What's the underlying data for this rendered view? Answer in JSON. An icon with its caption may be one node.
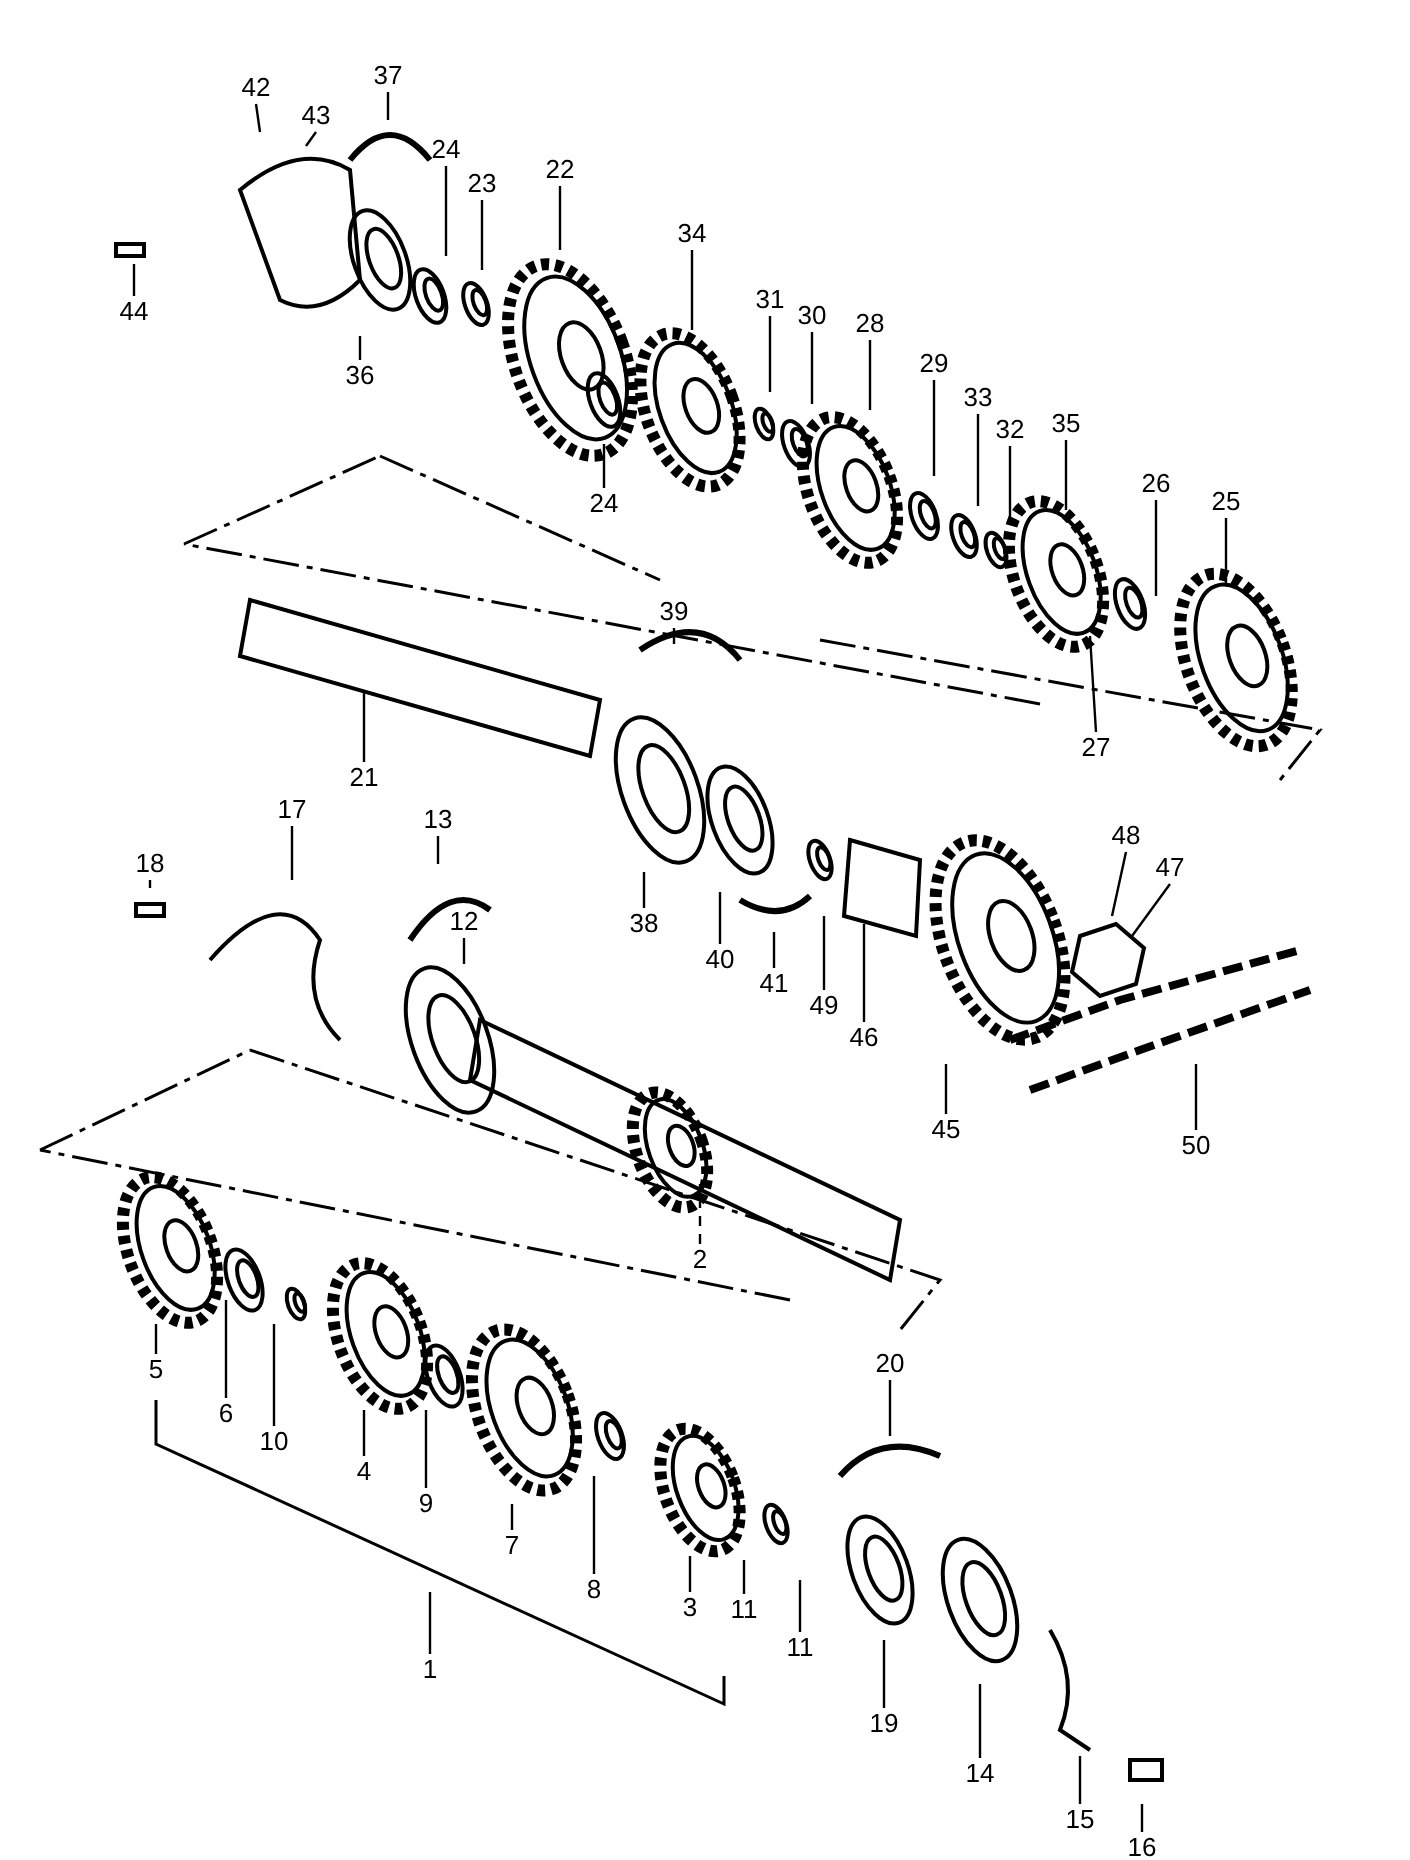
{
  "diagram": {
    "nodes": [
      {
        "text": [
          "42"
        ]
      },
      {
        "text": [
          "43"
        ]
      },
      {
        "text": [
          "37"
        ]
      },
      {
        "text": [
          "24"
        ]
      },
      {
        "text": [
          "23"
        ]
      },
      {
        "text": [
          "22"
        ]
      },
      {
        "text": [
          "34"
        ]
      },
      {
        "text": [
          "31"
        ]
      },
      {
        "text": [
          "30"
        ]
      },
      {
        "text": [
          "28"
        ]
      },
      {
        "text": [
          "29"
        ]
      },
      {
        "text": [
          "33"
        ]
      },
      {
        "text": [
          "32"
        ]
      },
      {
        "text": [
          "35"
        ]
      },
      {
        "text": [
          "26"
        ]
      },
      {
        "text": [
          "25"
        ]
      },
      {
        "text": [
          "44"
        ]
      },
      {
        "text": [
          "36"
        ]
      },
      {
        "text": [
          "24"
        ]
      },
      {
        "text": [
          "27"
        ]
      },
      {
        "text": [
          "39"
        ]
      },
      {
        "text": [
          "21"
        ]
      },
      {
        "text": [
          "17"
        ]
      },
      {
        "text": [
          "13"
        ]
      },
      {
        "text": [
          "18"
        ]
      },
      {
        "text": [
          "12"
        ]
      },
      {
        "text": [
          "38"
        ]
      },
      {
        "text": [
          "40"
        ]
      },
      {
        "text": [
          "41"
        ]
      },
      {
        "text": [
          "49"
        ]
      },
      {
        "text": [
          "46"
        ]
      },
      {
        "text": [
          "48"
        ]
      },
      {
        "text": [
          "47"
        ]
      },
      {
        "text": [
          "45"
        ]
      },
      {
        "text": [
          "50"
        ]
      },
      {
        "text": [
          "2"
        ]
      },
      {
        "text": [
          "5"
        ]
      },
      {
        "text": [
          "6"
        ]
      },
      {
        "text": [
          "10"
        ]
      },
      {
        "text": [
          "4"
        ]
      },
      {
        "text": [
          "9"
        ]
      },
      {
        "text": [
          "7"
        ]
      },
      {
        "text": [
          "8"
        ]
      },
      {
        "text": [
          "3"
        ]
      },
      {
        "text": [
          "11"
        ]
      },
      {
        "text": [
          "11"
        ]
      },
      {
        "text": [
          "20"
        ]
      },
      {
        "text": [
          "19"
        ]
      },
      {
        "text": [
          "1"
        ]
      },
      {
        "text": [
          "14"
        ]
      },
      {
        "text": [
          "15"
        ]
      },
      {
        "text": [
          "16"
        ]
      }
    ],
    "edges": [
      {
        "from": 0,
        "to": null,
        "arrow": "none"
      },
      {
        "from": 1,
        "to": null,
        "arrow": "none"
      },
      {
        "from": 2,
        "to": null,
        "arrow": "none"
      },
      {
        "from": 3,
        "to": null,
        "arrow": "none"
      },
      {
        "from": 4,
        "to": null,
        "arrow": "none"
      },
      {
        "from": 5,
        "to": null,
        "arrow": "none"
      },
      {
        "from": 6,
        "to": null,
        "arrow": "none"
      },
      {
        "from": 7,
        "to": null,
        "arrow": "none"
      },
      {
        "from": 8,
        "to": null,
        "arrow": "none"
      },
      {
        "from": 9,
        "to": null,
        "arrow": "none"
      },
      {
        "from": 10,
        "to": null,
        "arrow": "none"
      },
      {
        "from": 11,
        "to": null,
        "arrow": "none"
      },
      {
        "from": 12,
        "to": null,
        "arrow": "none"
      },
      {
        "from": 13,
        "to": null,
        "arrow": "none"
      },
      {
        "from": 14,
        "to": null,
        "arrow": "none"
      },
      {
        "from": 15,
        "to": null,
        "arrow": "none"
      },
      {
        "from": 16,
        "to": null,
        "arrow": "none"
      },
      {
        "from": 17,
        "to": null,
        "arrow": "none"
      },
      {
        "from": 18,
        "to": null,
        "arrow": "none"
      },
      {
        "from": 19,
        "to": null,
        "arrow": "none"
      },
      {
        "from": 20,
        "to": null,
        "arrow": "none"
      },
      {
        "from": 21,
        "to": null,
        "arrow": "none"
      },
      {
        "from": 22,
        "to": null,
        "arrow": "none"
      },
      {
        "from": 23,
        "to": null,
        "arrow": "none"
      },
      {
        "from": 24,
        "to": null,
        "arrow": "none"
      },
      {
        "from": 25,
        "to": null,
        "arrow": "none"
      },
      {
        "from": 26,
        "to": null,
        "arrow": "none"
      },
      {
        "from": 27,
        "to": null,
        "arrow": "none"
      },
      {
        "from": 28,
        "to": null,
        "arrow": "none"
      },
      {
        "from": 29,
        "to": null,
        "arrow": "none"
      },
      {
        "from": 30,
        "to": null,
        "arrow": "none"
      },
      {
        "from": 31,
        "to": null,
        "arrow": "none"
      },
      {
        "from": 32,
        "to": null,
        "arrow": "none"
      },
      {
        "from": 33,
        "to": null,
        "arrow": "none"
      },
      {
        "from": 34,
        "to": null,
        "arrow": "none"
      },
      {
        "from": 35,
        "to": null,
        "arrow": "none",
        "style": "dashed"
      },
      {
        "from": 36,
        "to": null,
        "arrow": "none"
      },
      {
        "from": 37,
        "to": null,
        "arrow": "none"
      },
      {
        "from": 38,
        "to": null,
        "arrow": "none"
      },
      {
        "from": 39,
        "to": null,
        "arrow": "none"
      },
      {
        "from": 40,
        "to": null,
        "arrow": "none"
      },
      {
        "from": 41,
        "to": null,
        "arrow": "none"
      },
      {
        "from": 42,
        "to": null,
        "arrow": "none"
      },
      {
        "from": 43,
        "to": null,
        "arrow": "none"
      },
      {
        "from": 44,
        "to": null,
        "arrow": "none"
      },
      {
        "from": 45,
        "to": null,
        "arrow": "none"
      },
      {
        "from": 46,
        "to": null,
        "arrow": "none"
      },
      {
        "from": 47,
        "to": null,
        "arrow": "none"
      },
      {
        "from": 48,
        "to": null,
        "arrow": "none"
      },
      {
        "from": 49,
        "to": null,
        "arrow": "none"
      },
      {
        "from": 50,
        "to": null,
        "arrow": "none"
      },
      {
        "from": 51,
        "to": null,
        "arrow": "none"
      }
    ]
  }
}
